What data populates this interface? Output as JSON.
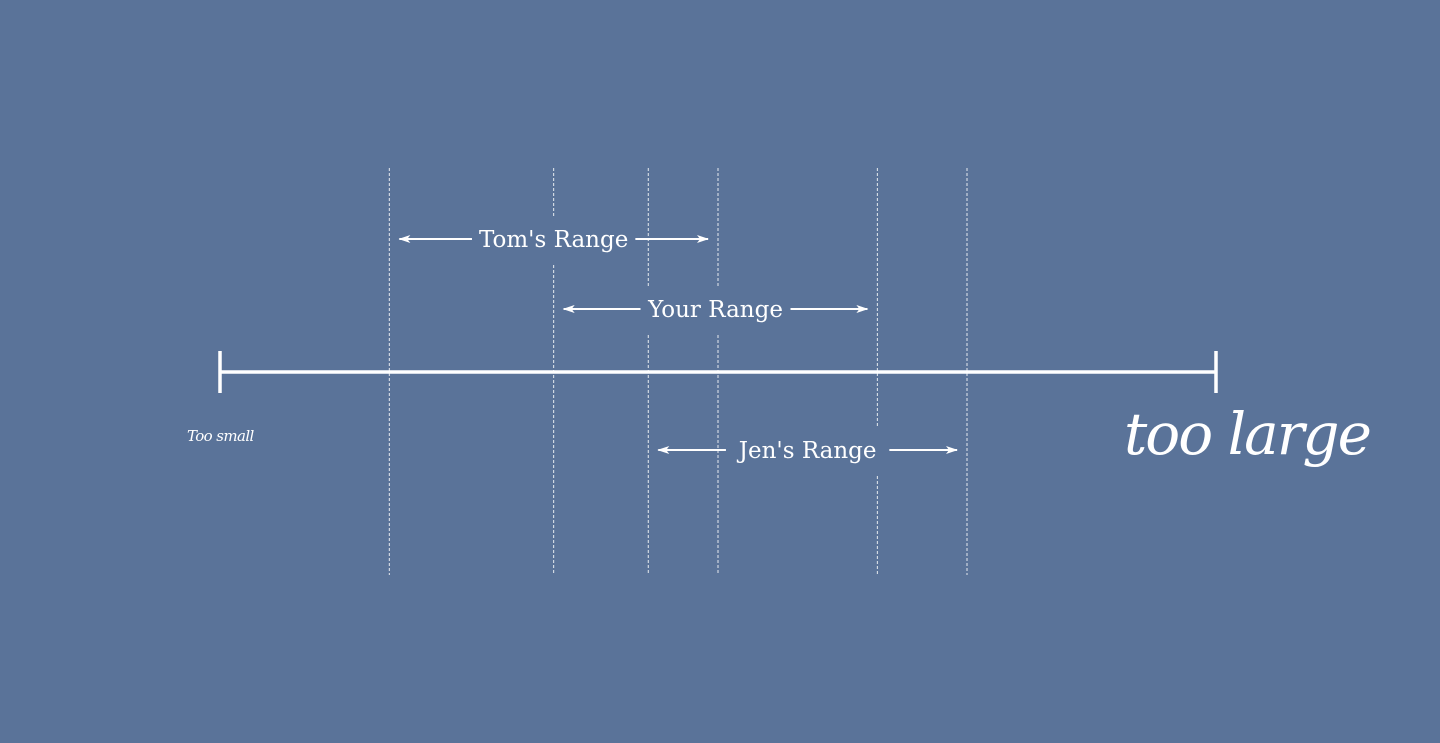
{
  "colors": {
    "background": "#5a7399",
    "foreground": "#ffffff"
  },
  "scale": {
    "min_label": "Too small",
    "max_label": "too large"
  },
  "ranges": [
    {
      "label": "Tom's Range",
      "start": 17,
      "end": 50
    },
    {
      "label": "Your Range",
      "start": 33.5,
      "end": 66
    },
    {
      "label": "Jen's Range",
      "start": 43,
      "end": 75
    }
  ]
}
